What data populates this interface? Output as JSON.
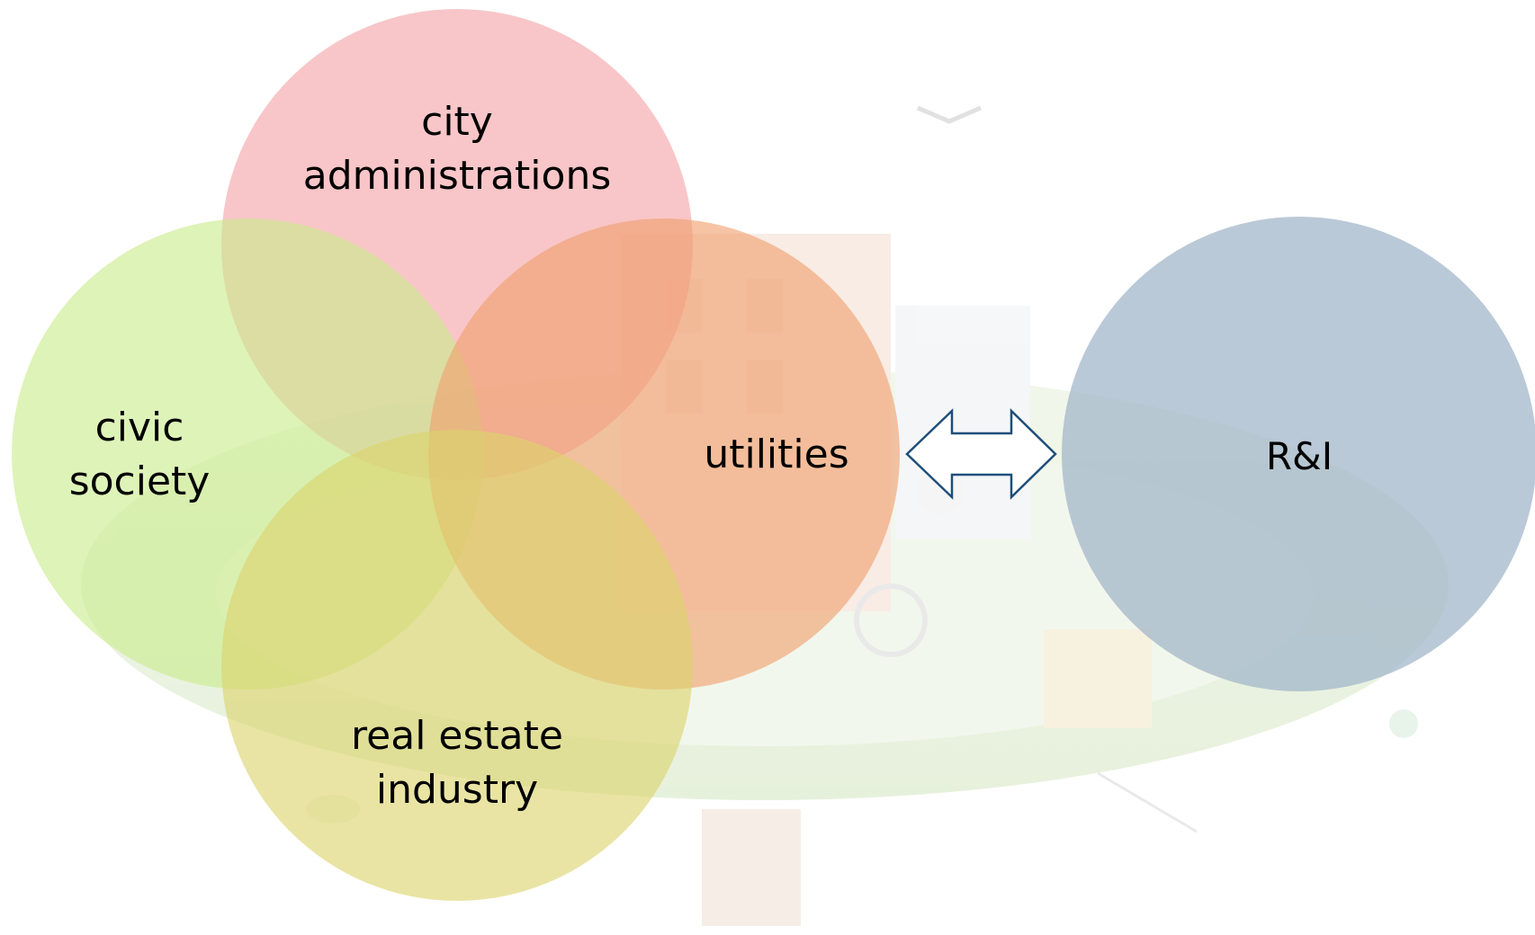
{
  "diagram": {
    "circles": [
      {
        "id": "city-administrations",
        "label_lines": [
          "city",
          "administrations"
        ],
        "color": "#f4a3a6"
      },
      {
        "id": "civic-society",
        "label_lines": [
          "civic",
          "society"
        ],
        "color": "#c9ec8c"
      },
      {
        "id": "utilities",
        "label_lines": [
          "utilities"
        ],
        "color": "#f0a06e"
      },
      {
        "id": "real-estate-industry",
        "label_lines": [
          "real estate",
          "industry"
        ],
        "color": "#dcd46c"
      },
      {
        "id": "r-and-i",
        "label_lines": [
          "R&I"
        ],
        "color": "#9fb4c8"
      }
    ],
    "connector": {
      "type": "double-headed-arrow",
      "from": "utilities",
      "to": "R&I",
      "stroke_color": "#1f4e79"
    }
  }
}
